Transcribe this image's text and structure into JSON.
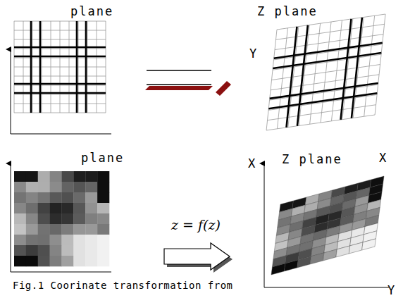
{
  "diagram": {
    "caption": "Fig.1 Coorinate transformation from",
    "labels": [
      "plane",
      "Z plane",
      "Y",
      "plane",
      "Z plane",
      "X",
      "X",
      "Y",
      "z = f(z)"
    ]
  }
}
